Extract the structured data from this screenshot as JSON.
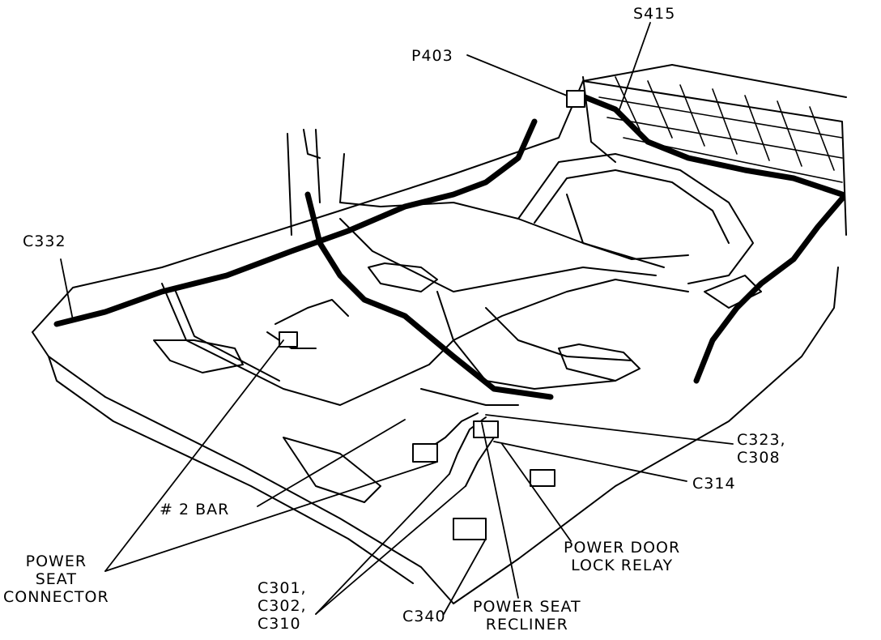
{
  "diagram": {
    "colors": {
      "ink": "#000000",
      "paper": "#ffffff"
    },
    "labels": {
      "s415": "S415",
      "p403": "P403",
      "c332": "C332",
      "c323_c308": [
        "C323,",
        "C308"
      ],
      "c314": "C314",
      "bar2": "# 2 BAR",
      "power_door_lock_relay": [
        "POWER DOOR",
        "LOCK RELAY"
      ],
      "power_seat_connector": [
        "POWER",
        "SEAT",
        "CONNECTOR"
      ],
      "c301_c302_c310": [
        "C301,",
        "C302,",
        "C310"
      ],
      "c340": "C340",
      "power_seat_recliner": [
        "POWER SEAT",
        "RECLINER"
      ]
    }
  }
}
